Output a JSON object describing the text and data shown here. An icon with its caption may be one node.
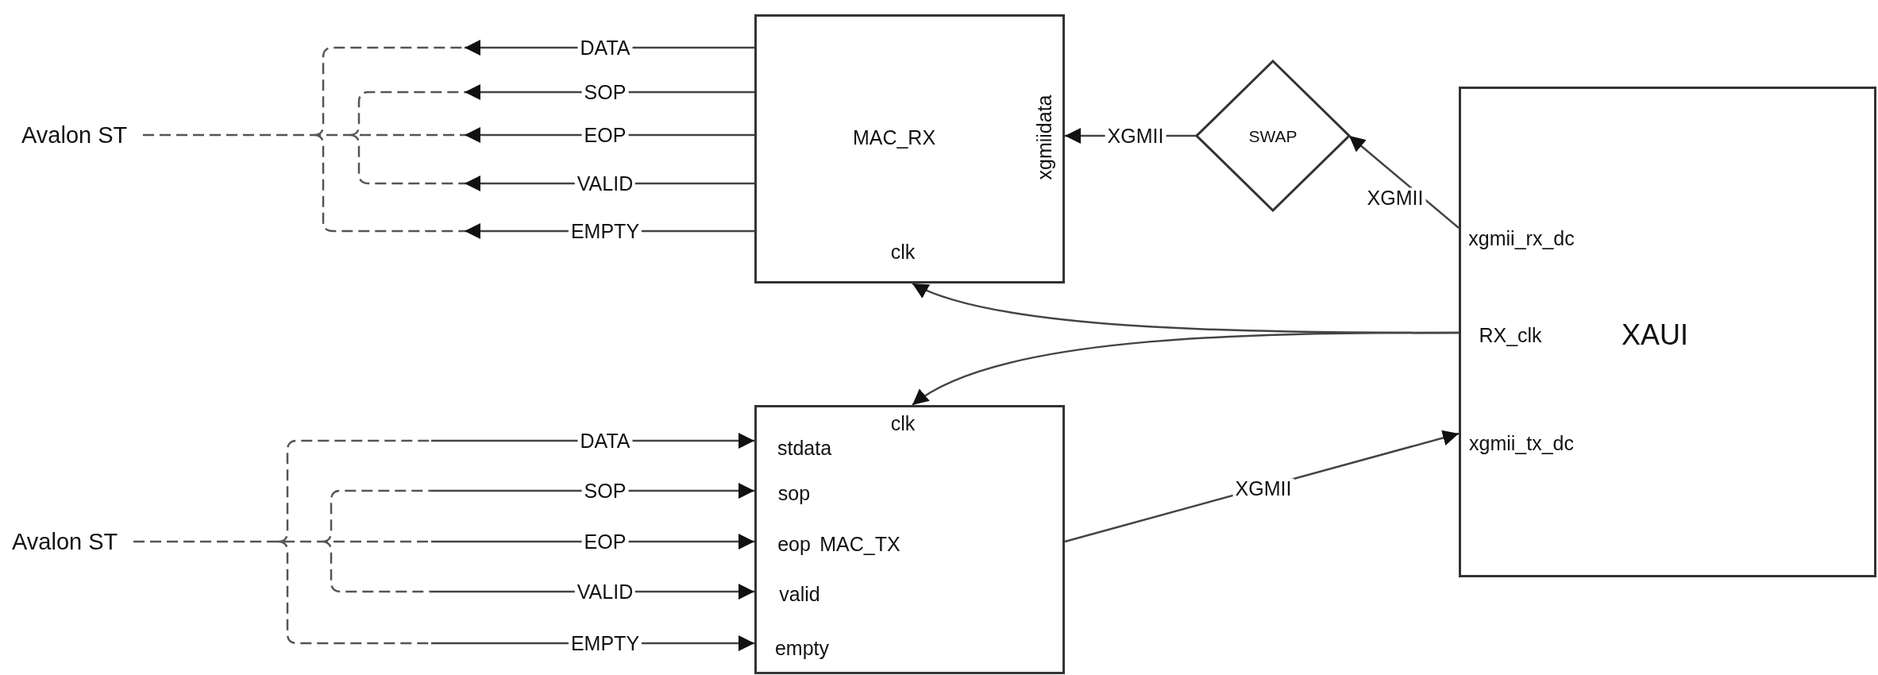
{
  "diagram": {
    "nodes": [
      {
        "text": [
          "MAC_RX",
          "xgmiidata",
          "clk"
        ]
      },
      {
        "text": [
          "SWAP"
        ]
      },
      {
        "text": [
          "xgmii_rx_dc",
          "RX_clk",
          "XAUI",
          "xgmii_tx_dc"
        ]
      },
      {
        "text": [
          "clk",
          "stdata",
          "sop",
          "eop",
          "MAC_TX",
          "valid",
          "empty"
        ]
      }
    ],
    "edges": [
      {
        "from": 0,
        "to": null,
        "arrow": "to",
        "label": "DATA"
      },
      {
        "from": 0,
        "to": null,
        "arrow": "to",
        "label": "SOP"
      },
      {
        "from": 0,
        "to": null,
        "arrow": "to",
        "label": "EOP"
      },
      {
        "from": 0,
        "to": null,
        "arrow": "to",
        "label": "VALID"
      },
      {
        "from": 0,
        "to": null,
        "arrow": "to",
        "label": "EMPTY"
      },
      {
        "from": 1,
        "to": 0,
        "arrow": "to",
        "label": "XGMII"
      },
      {
        "from": 2,
        "to": 1,
        "arrow": "to",
        "label": "XGMII"
      },
      {
        "from": 2,
        "to": 0,
        "arrow": "to"
      },
      {
        "from": 2,
        "to": 3,
        "arrow": "to"
      },
      {
        "from": 3,
        "to": 2,
        "arrow": "to",
        "label": "XGMII"
      },
      {
        "from": null,
        "to": 3,
        "arrow": "to",
        "label": "DATA"
      },
      {
        "from": null,
        "to": 3,
        "arrow": "to",
        "label": "SOP"
      },
      {
        "from": null,
        "to": 3,
        "arrow": "to",
        "label": "EOP"
      },
      {
        "from": null,
        "to": 3,
        "arrow": "to",
        "label": "VALID"
      },
      {
        "from": null,
        "to": 3,
        "arrow": "to",
        "label": "EMPTY"
      }
    ],
    "labels": [
      "Avalon ST",
      "Avalon ST"
    ]
  }
}
